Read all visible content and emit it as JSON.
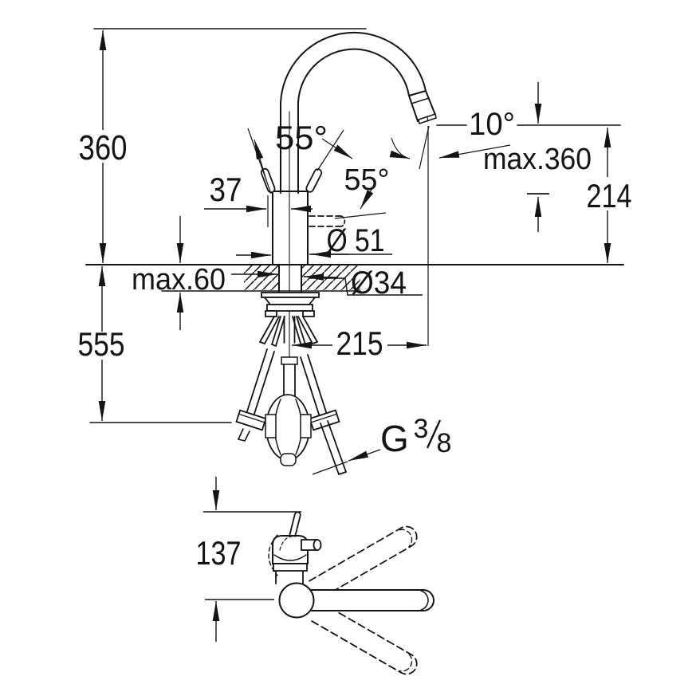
{
  "drawing": {
    "type": "technical-dimension-drawing",
    "subject": "single-lever kitchen faucet with pull-out spray, side view and plan view",
    "line_color": "#141414",
    "bg_color": "#ffffff",
    "dimensions": {
      "height_above_deck": "360",
      "handle_swing_left": "55°",
      "handle_swing_right": "55°",
      "handle_offset": "37",
      "spray_pivot_angle": "10°",
      "pullout_extension": "max.360",
      "spout_clearance": "214",
      "body_diameter": "Ø 51",
      "deck_thickness": "max.60",
      "hole_diameter": "Ø34",
      "height_below_deck": "555",
      "spout_reach": "215",
      "plan_handle_depth": "137"
    },
    "thread": {
      "g": "G",
      "numerator": "3",
      "denominator": "8"
    }
  }
}
